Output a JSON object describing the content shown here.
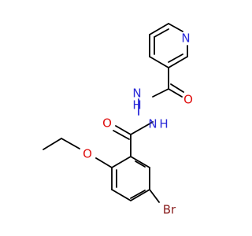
{
  "molecule": {
    "atom_labels": {
      "pyridine_n": "N",
      "carbonyl_o_1": "O",
      "hydrazide_n_1": "N",
      "hydrazide_h_1": "H",
      "carbonyl_o_2": "O",
      "hydrazide_n_2": "N",
      "hydrazide_h_2": "H",
      "ether_o": "O",
      "bromine": "Br"
    },
    "colors": {
      "carbon_bond": "#000000",
      "nitrogen": "#2a2ad8",
      "oxygen": "#e01010",
      "bromine": "#8a2020"
    }
  }
}
